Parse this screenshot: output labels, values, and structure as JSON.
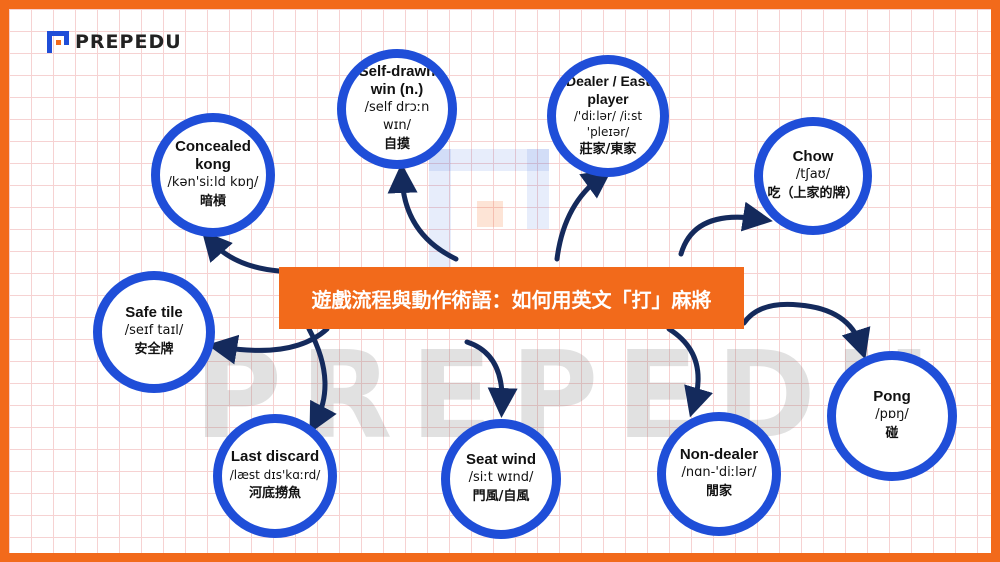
{
  "brand": {
    "logo_text": "PREPEDU",
    "watermark": "PREPEDU"
  },
  "colors": {
    "frame": "#f26a1b",
    "node_border": "#1f4ed8",
    "arrow": "#142a5c",
    "center_bg": "#f26a1b"
  },
  "center": {
    "title": "遊戲流程與動作術語：如何用英文「打」麻將"
  },
  "nodes": {
    "concealed_kong": {
      "term": "Concealed kong",
      "ipa": "/kən'siːld kɒŋ/",
      "cn": "暗槓"
    },
    "self_drawn": {
      "term": "Self-drawn win (n.)",
      "ipa": "/self drɔːn wɪn/",
      "cn": "自摸"
    },
    "dealer": {
      "term": "Dealer / East player",
      "ipa": "/'diːlər/ /iːst 'pleɪər/",
      "cn": "莊家/東家"
    },
    "chow": {
      "term": "Chow",
      "ipa": "/tʃaʊ/",
      "cn": "吃（上家的牌）"
    },
    "safe_tile": {
      "term": "Safe tile",
      "ipa": "/seɪf taɪl/",
      "cn": "安全牌"
    },
    "last_discard": {
      "term": "Last discard",
      "ipa": "/læst dɪs'kɑːrd/",
      "cn": "河底撈魚"
    },
    "seat_wind": {
      "term": "Seat wind",
      "ipa": "/siːt wɪnd/",
      "cn": "門風/自風"
    },
    "non_dealer": {
      "term": "Non-dealer",
      "ipa": "/nɑn-'diːlər/",
      "cn": "閒家"
    },
    "pong": {
      "term": "Pong",
      "ipa": "/pɒŋ/",
      "cn": "碰"
    }
  }
}
